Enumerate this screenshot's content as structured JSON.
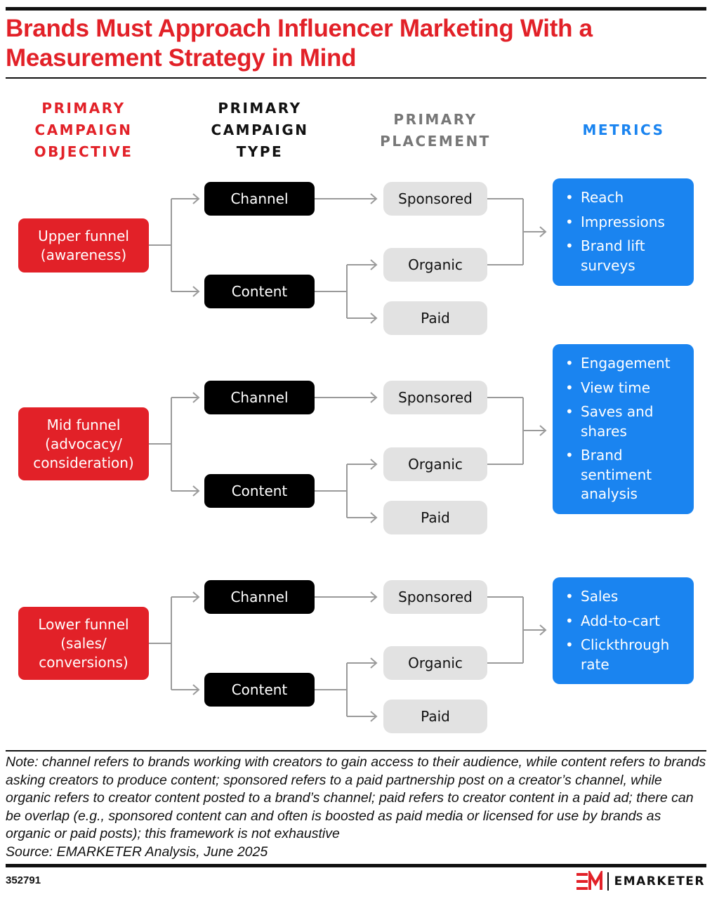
{
  "title": "Brands Must Approach Influencer Marketing With a Measurement Strategy in Mind",
  "columns": {
    "objective": {
      "label": "PRIMARY CAMPAIGN OBJECTIVE",
      "color": "#e22128"
    },
    "type": {
      "label": "PRIMARY CAMPAIGN TYPE",
      "color": "#111111"
    },
    "placement": {
      "label": "PRIMARY PLACEMENT",
      "color": "#777777"
    },
    "metrics": {
      "label": "METRICS",
      "color": "#1a84f0"
    }
  },
  "groups": [
    {
      "objective": "Upper funnel (awareness)",
      "types": [
        "Channel",
        "Content"
      ],
      "placements": [
        "Sponsored",
        "Organic",
        "Paid"
      ],
      "metrics": [
        "Reach",
        "Impressions",
        "Brand lift surveys"
      ]
    },
    {
      "objective": "Mid funnel (advocacy/ consideration)",
      "types": [
        "Channel",
        "Content"
      ],
      "placements": [
        "Sponsored",
        "Organic",
        "Paid"
      ],
      "metrics": [
        "Engagement",
        "View time",
        "Saves and shares",
        "Brand sentiment analysis"
      ]
    },
    {
      "objective": "Lower funnel (sales/ conversions)",
      "types": [
        "Channel",
        "Content"
      ],
      "placements": [
        "Sponsored",
        "Organic",
        "Paid"
      ],
      "metrics": [
        "Sales",
        "Add-to-cart",
        "Clickthrough rate"
      ]
    }
  ],
  "note": "Note: channel refers to brands working with creators to gain access to their audience, while content refers to brands asking creators to produce content; sponsored refers to a paid partnership post on a creator’s channel, while organic refers to creator content posted to a brand’s channel; paid refers to creator content in a paid ad; there can be overlap (e.g., sponsored content can and often is boosted as paid media or licensed for use by brands as organic or paid posts); this framework is not exhaustive",
  "source": "Source: EMARKETER Analysis, June 2025",
  "chart_id": "352791",
  "brand": {
    "name": "EMARKETER",
    "mark": "EM",
    "accent": "#e22128"
  },
  "colors": {
    "red": "#e22128",
    "black": "#000000",
    "gray_box": "#e2e2e2",
    "blue": "#1a84f0",
    "connector": "#9a9a9a"
  }
}
